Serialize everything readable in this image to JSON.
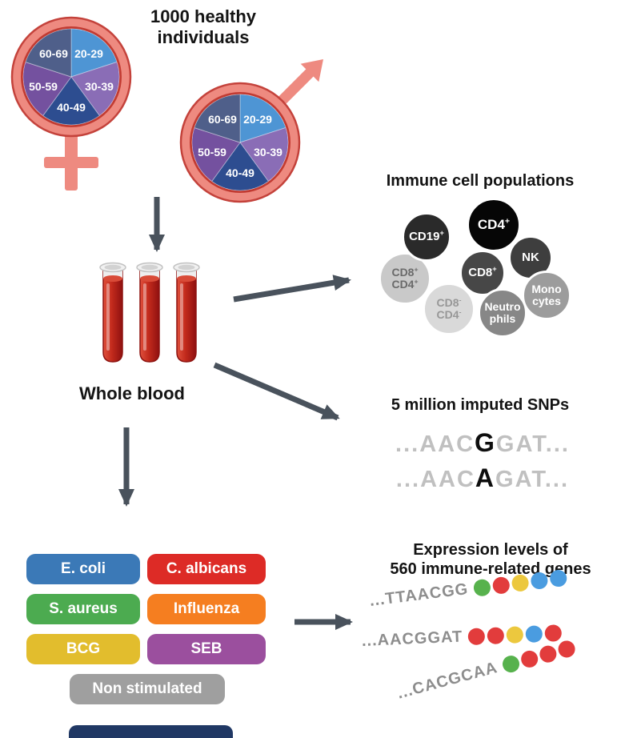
{
  "colors": {
    "symbol_pink": "#ee8a80",
    "symbol_red_edge": "#c4423b",
    "symbol_red_inner": "#c23b32",
    "arrow_gray": "#49525c",
    "blood_red": "#b81c14",
    "footer_navy": "#203864"
  },
  "header": {
    "line1": "1000 healthy",
    "line2": "individuals"
  },
  "age_pie": {
    "slices": [
      {
        "label": "20-29",
        "color": "#4e95d4"
      },
      {
        "label": "30-39",
        "color": "#8a6db6"
      },
      {
        "label": "40-49",
        "color": "#2d4d90"
      },
      {
        "label": "50-59",
        "color": "#74519f"
      },
      {
        "label": "60-69",
        "color": "#4f5f8a"
      }
    ]
  },
  "blood": {
    "label": "Whole blood"
  },
  "immune": {
    "title": "Immune cell populations",
    "cells": [
      {
        "line1": "CD8",
        "sup1": "+",
        "line2": "CD4",
        "sup2": "+",
        "color": "#c9c9c9"
      },
      {
        "line1": "CD19",
        "sup1": "+",
        "line2": "",
        "sup2": "",
        "color": "#2a2a2a"
      },
      {
        "line1": "NK",
        "sup1": "",
        "line2": "",
        "sup2": "",
        "color": "#3e3e3e"
      },
      {
        "line1": "CD4",
        "sup1": "+",
        "line2": "",
        "sup2": "",
        "color": "#060606"
      },
      {
        "line1": "CD8",
        "sup1": "+",
        "line2": "",
        "sup2": "",
        "color": "#474747"
      },
      {
        "line1": "Mono",
        "sup1": "",
        "line2": "cytes",
        "sup2": "",
        "color": "#9c9c9c"
      },
      {
        "line1": "CD8",
        "sup1": "-",
        "line2": "CD4",
        "sup2": "-",
        "color": "#d9d9d9"
      },
      {
        "line1": "Neutro",
        "sup1": "",
        "line2": "phils",
        "sup2": "",
        "color": "#878787"
      }
    ]
  },
  "snps": {
    "title": "5 million imputed SNPs",
    "lines": [
      {
        "pre": "...AAC",
        "allele": "G",
        "post": "GAT..."
      },
      {
        "pre": "...AAC",
        "allele": "A",
        "post": "GAT..."
      }
    ]
  },
  "stimuli": {
    "items": [
      {
        "label": "E. coli",
        "color": "#3b79b7"
      },
      {
        "label": "C. albicans",
        "color": "#dd2b26"
      },
      {
        "label": "S. aureus",
        "color": "#4cab50"
      },
      {
        "label": "Influenza",
        "color": "#f57e20"
      },
      {
        "label": "BCG",
        "color": "#e2bd2d"
      },
      {
        "label": "SEB",
        "color": "#9b4f9e"
      },
      {
        "label": "Non stimulated",
        "color": "#9f9f9f"
      }
    ]
  },
  "expression": {
    "line1": "Expression levels of",
    "line2": "560 immune-related genes",
    "rows": [
      {
        "seq": "...TTAACGG",
        "beads": [
          "#57b24d",
          "#e23c3c",
          "#ecc83e",
          "#4a9ce0",
          "#4a9ce0"
        ]
      },
      {
        "seq": "...AACGGAT",
        "beads": [
          "#e23c3c",
          "#e23c3c",
          "#ecc83e",
          "#4a9ce0",
          "#e23c3c"
        ]
      },
      {
        "seq": "...CACGCAA",
        "beads": [
          "#57b24d",
          "#e23c3c",
          "#e23c3c",
          "#e23c3c"
        ]
      }
    ]
  }
}
